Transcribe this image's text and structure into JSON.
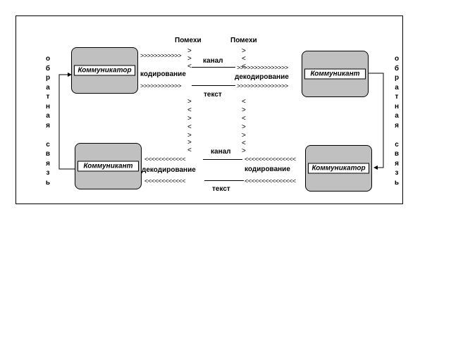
{
  "boxes": {
    "top_left": "Коммуникатор",
    "top_right": "Коммуникант",
    "bottom_left": "Коммуникант",
    "bottom_right": "Коммуникатор"
  },
  "labels": {
    "noise_left": "Помехи",
    "noise_right": "Помехи",
    "channel_top": "канал",
    "channel_bottom": "канал",
    "text_top": "текст",
    "text_bottom": "текст",
    "encoding_top": "кодирование",
    "decoding_top": "декодирование",
    "decoding_bottom": "декодирование",
    "encoding_bottom": "кодирование",
    "feedback_left": "обратная связь",
    "feedback_right": "обратная связь"
  },
  "arrow_text": {
    "right_short": ">>>>>>>>>>>>",
    "right_long": ">>>>>>>>>>>>>>>",
    "left_short": "<<<<<<<<<<<<",
    "left_long": "<<<<<<<<<<<<<<<"
  },
  "noise_chars": {
    "gt": ">",
    "lt": "<"
  }
}
